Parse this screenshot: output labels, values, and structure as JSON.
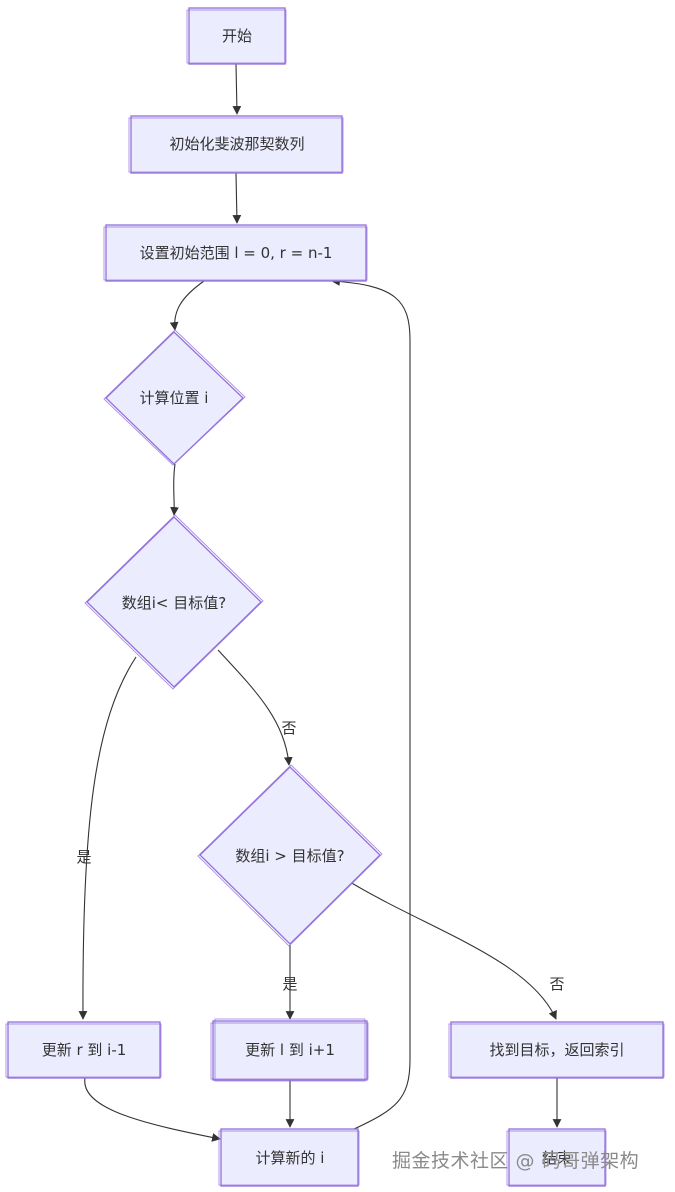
{
  "nodes": {
    "start": "开始",
    "init_fib": "初始化斐波那契数列",
    "set_range": "设置初始范围 l = 0, r = n-1",
    "compute_pos": "计算位置 i",
    "cond_less": "数组i< 目标值?",
    "cond_greater": "数组i > 目标值?",
    "update_r": "更新 r 到 i-1",
    "update_l": "更新 l 到 i+1",
    "found": "找到目标，返回索引",
    "compute_new": "计算新的 i",
    "end": "结束"
  },
  "edge_labels": {
    "less_yes": "是",
    "less_no": "否",
    "greater_yes": "是",
    "greater_no": "否"
  },
  "watermark": "掘金技术社区 @ 码哥弹架构",
  "colors": {
    "node_fill": "#ececff",
    "node_stroke": "#9370db",
    "edge": "#333333"
  }
}
